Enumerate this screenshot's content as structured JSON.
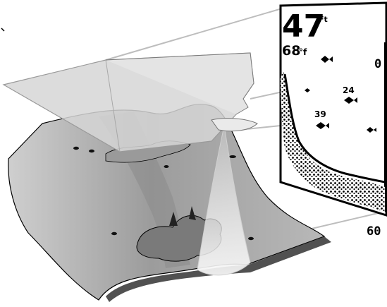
{
  "display": {
    "depth_value": "47",
    "depth_unit": "Ft",
    "water_temp_value": "68",
    "water_temp_unit": "°f",
    "scale_top": "0",
    "scale_bottom": "60"
  },
  "fish_markers": [
    {
      "label": ""
    },
    {
      "label": "24"
    },
    {
      "label": "39"
    },
    {
      "label": ""
    }
  ],
  "colors": {
    "ink": "#000000",
    "water_surface": "#d4d4d4",
    "lake_bottom": "#9a9a9a",
    "sonar_cone": "#eeeeee",
    "structure": "#8a8a8a"
  }
}
